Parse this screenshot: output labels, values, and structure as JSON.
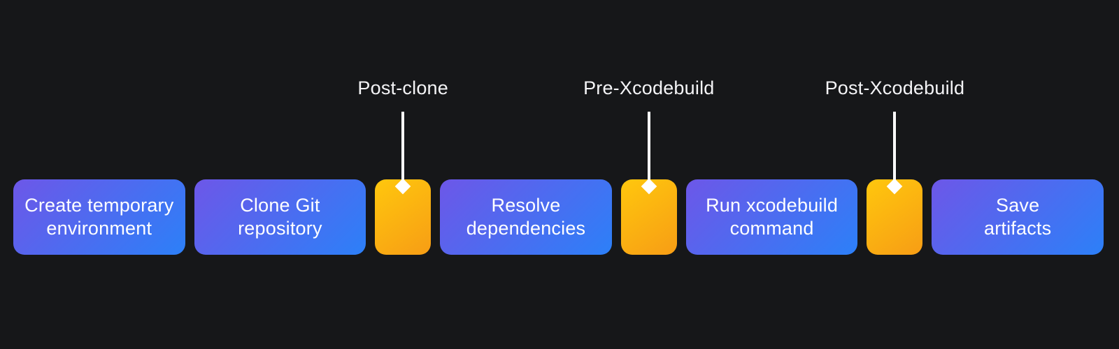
{
  "canvas": {
    "background": "#161719"
  },
  "colors": {
    "step_gradient_start": "#6D57E8",
    "step_gradient_end": "#2C80F8",
    "hook_gradient_start": "#FFC70D",
    "hook_gradient_end": "#F79D15",
    "connector": "#FFFFFF",
    "step_text": "#FFFFFF",
    "hook_label_text": "#F4F4F6"
  },
  "pipeline": {
    "steps": [
      {
        "kind": "step",
        "label": "Create temporary\nenvironment"
      },
      {
        "kind": "step",
        "label": "Clone Git\nrepository"
      },
      {
        "kind": "hook",
        "label": "Post-clone"
      },
      {
        "kind": "step",
        "label": "Resolve\ndependencies"
      },
      {
        "kind": "hook",
        "label": "Pre-Xcodebuild"
      },
      {
        "kind": "step",
        "label": "Run xcodebuild\ncommand"
      },
      {
        "kind": "hook",
        "label": "Post-Xcodebuild"
      },
      {
        "kind": "step",
        "label": "Save\nartifacts"
      }
    ]
  }
}
